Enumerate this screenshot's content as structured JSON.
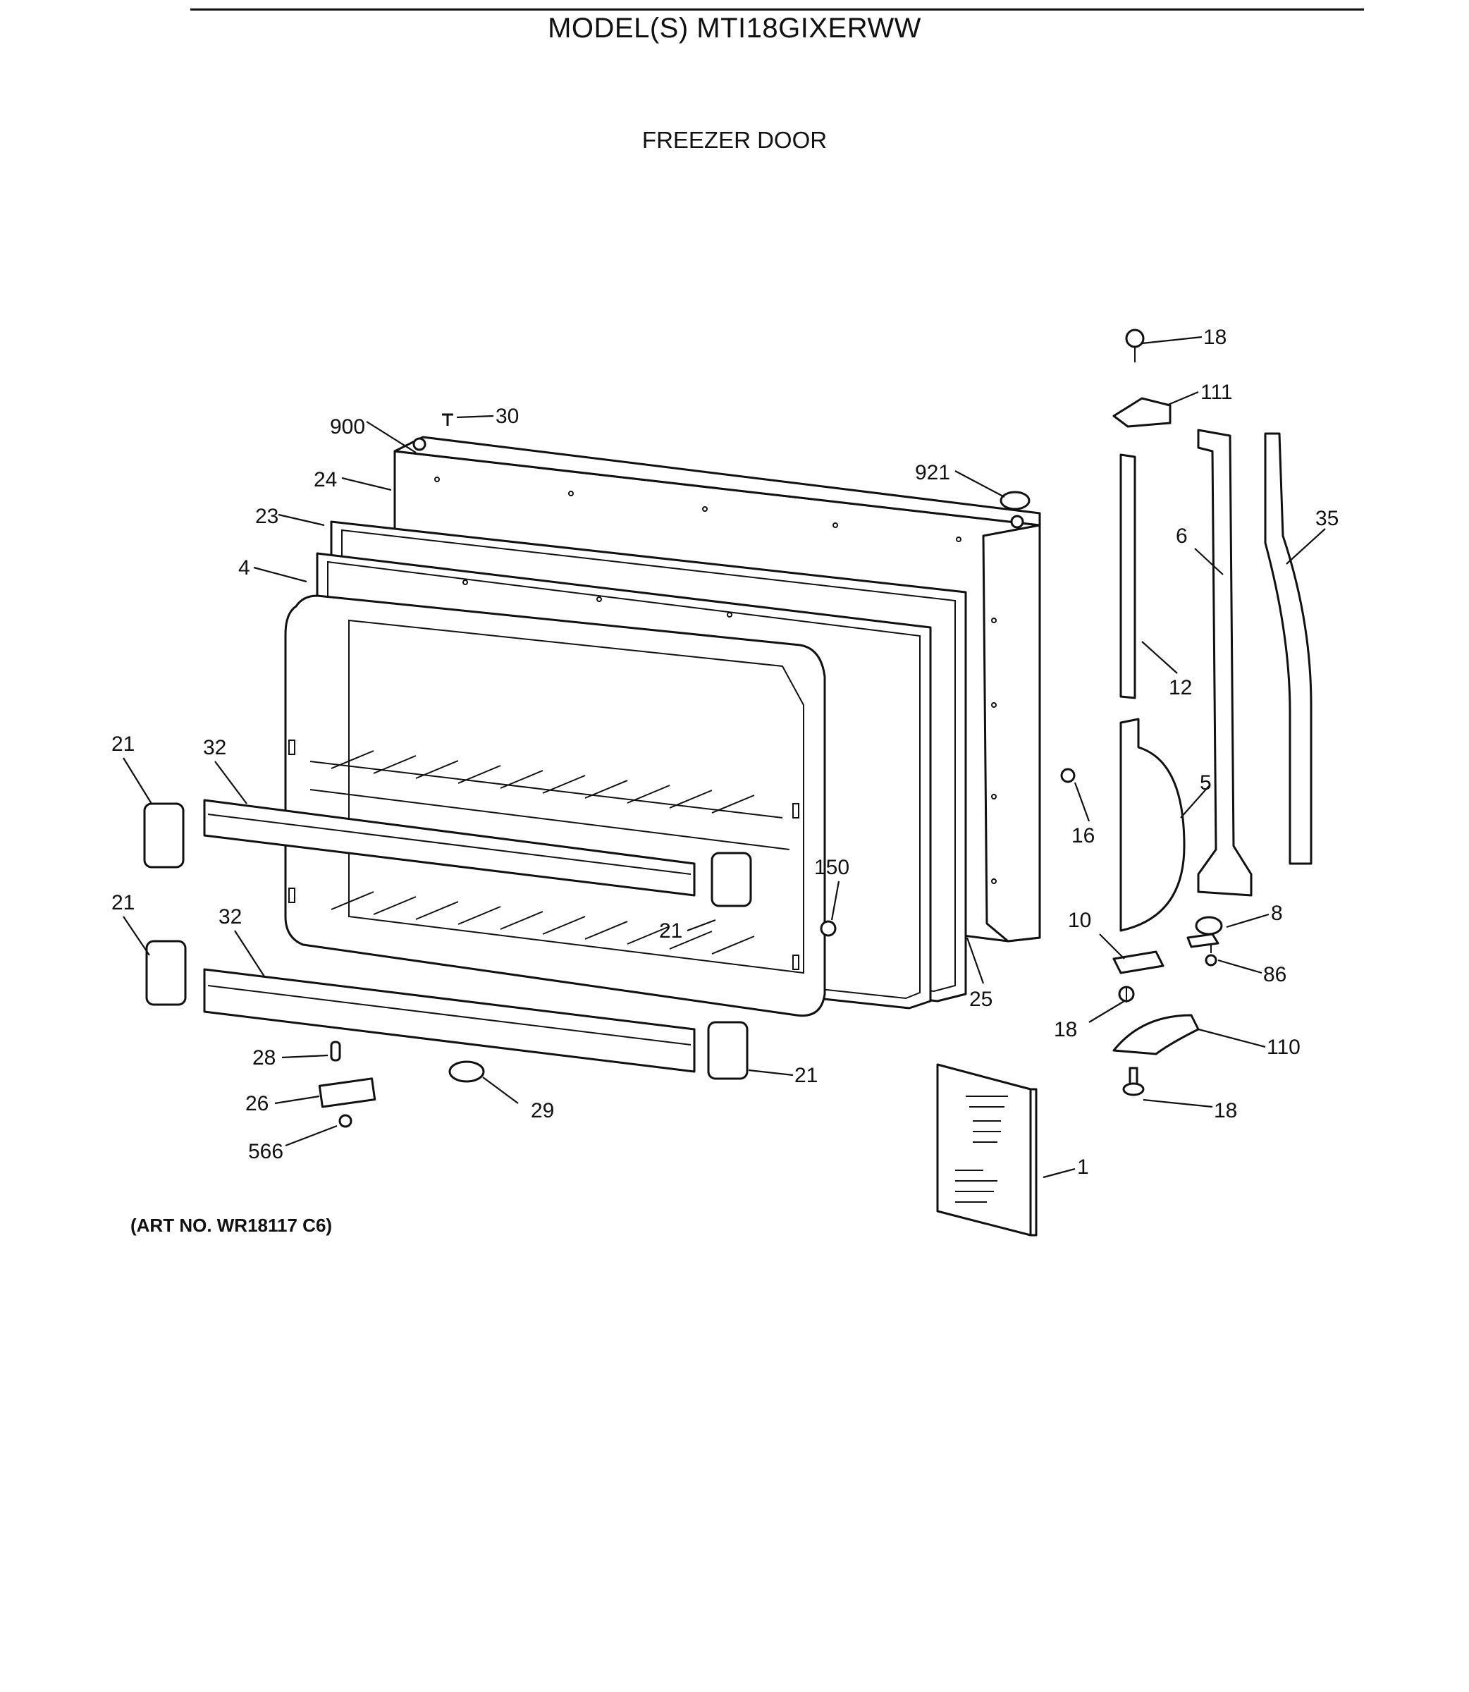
{
  "page": {
    "model_title": "MODEL(S) MTI18GIXERWW",
    "section_title": "FREEZER DOOR",
    "art_number": "(ART NO. WR18117 C6)"
  },
  "callouts": [
    {
      "id": "c18a",
      "label": "18"
    },
    {
      "id": "c111",
      "label": "111"
    },
    {
      "id": "c30",
      "label": "30"
    },
    {
      "id": "c900",
      "label": "900"
    },
    {
      "id": "c921",
      "label": "921"
    },
    {
      "id": "c24",
      "label": "24"
    },
    {
      "id": "c23",
      "label": "23"
    },
    {
      "id": "c6",
      "label": "6"
    },
    {
      "id": "c35",
      "label": "35"
    },
    {
      "id": "c4",
      "label": "4"
    },
    {
      "id": "c12",
      "label": "12"
    },
    {
      "id": "c21a",
      "label": "21"
    },
    {
      "id": "c32a",
      "label": "32"
    },
    {
      "id": "c5",
      "label": "5"
    },
    {
      "id": "c16",
      "label": "16"
    },
    {
      "id": "c150",
      "label": "150"
    },
    {
      "id": "c21b",
      "label": "21"
    },
    {
      "id": "c32b",
      "label": "32"
    },
    {
      "id": "c21c",
      "label": "21"
    },
    {
      "id": "c10",
      "label": "10"
    },
    {
      "id": "c8",
      "label": "8"
    },
    {
      "id": "c86",
      "label": "86"
    },
    {
      "id": "c25",
      "label": "25"
    },
    {
      "id": "c18b",
      "label": "18"
    },
    {
      "id": "c110",
      "label": "110"
    },
    {
      "id": "c28",
      "label": "28"
    },
    {
      "id": "c21d",
      "label": "21"
    },
    {
      "id": "c26",
      "label": "26"
    },
    {
      "id": "c29",
      "label": "29"
    },
    {
      "id": "c18c",
      "label": "18"
    },
    {
      "id": "c566",
      "label": "566"
    },
    {
      "id": "c1",
      "label": "1"
    }
  ]
}
